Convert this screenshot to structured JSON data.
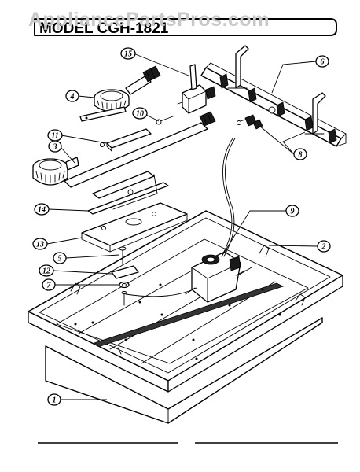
{
  "watermark": "AppliancePartsPros.com",
  "model_label": "MODEL CGH-1821",
  "callouts": {
    "c1": "1",
    "c2": "2",
    "c3": "3",
    "c4": "4",
    "c5": "5",
    "c6": "6",
    "c7": "7",
    "c8": "8",
    "c9": "9",
    "c10": "10",
    "c11": "11",
    "c12": "12",
    "c13": "13",
    "c14": "14",
    "c15": "15"
  }
}
